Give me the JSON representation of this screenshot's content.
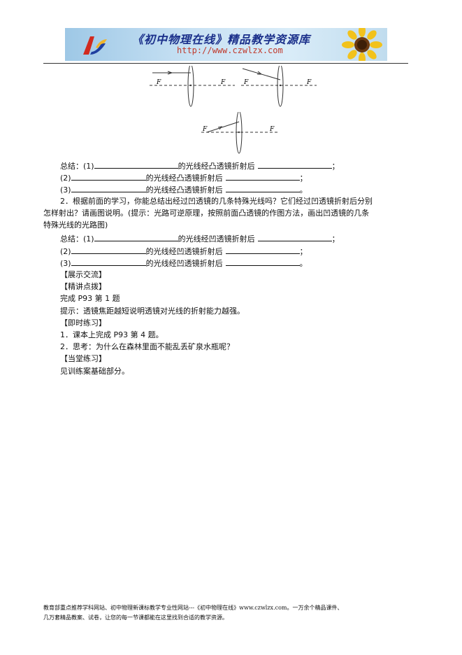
{
  "header": {
    "title": "《初中物理在线》精品教学资源库",
    "url": "http://www.czwlzx.com"
  },
  "figures": {
    "focus_label": "F"
  },
  "summary1": {
    "l1_pre": "总结：(1)",
    "l1_mid": "的光线经凸透镜折射后",
    "l1_end": "；",
    "l2_pre": "(2)",
    "l2_mid": "的光线经凸透镜折射后",
    "l2_end": "；",
    "l3_pre": "(3)",
    "l3_mid": "的光线经凸透镜折射后",
    "l3_end": "。"
  },
  "question2": {
    "line1": "2．根据前面的学习，你能总结出经过凹透镜的几条特殊光线吗？它们经过凹透镜折射后分别",
    "line2": "怎样射出？请画图说明。(提示：光路可逆原理，按照前面凸透镜的作图方法，画出凹透镜的几条",
    "line3": "特殊光线的光路图)"
  },
  "summary2": {
    "l1_pre": "总结：(1)",
    "l1_mid": "的光线经凹透镜折射后",
    "l1_end": "；",
    "l2_pre": "(2)",
    "l2_mid": "的光线经凹透镜折射后",
    "l2_end": "；",
    "l3_pre": "(3)",
    "l3_mid": "的光线经凹透镜折射后",
    "l3_end": "。"
  },
  "sections": {
    "display": "【展示交流】",
    "explain": "【精讲点拨】",
    "task": "完成 P93 第 1 题",
    "hint": "提示：透镜焦距越短说明透镜对光线的折射能力越强。",
    "practice": "【即时练习】",
    "practice1": "1．课本上完成 P93 第 4 题。",
    "practice2": "2．思考：为什么在森林里面不能乱丢矿泉水瓶呢？",
    "classroom": "【当堂练习】",
    "classroom_text": "见训练案基础部分。"
  },
  "footer": {
    "line1": "教育部重点推荐学科网站、初中物理新课标教学专业性网站---《初中物理在线》www.czwlzx.com。一万余个精品课件、",
    "line2": "几万套精品教案、试卷，让您的每一节课都能在这里找到合适的教学资源。"
  }
}
